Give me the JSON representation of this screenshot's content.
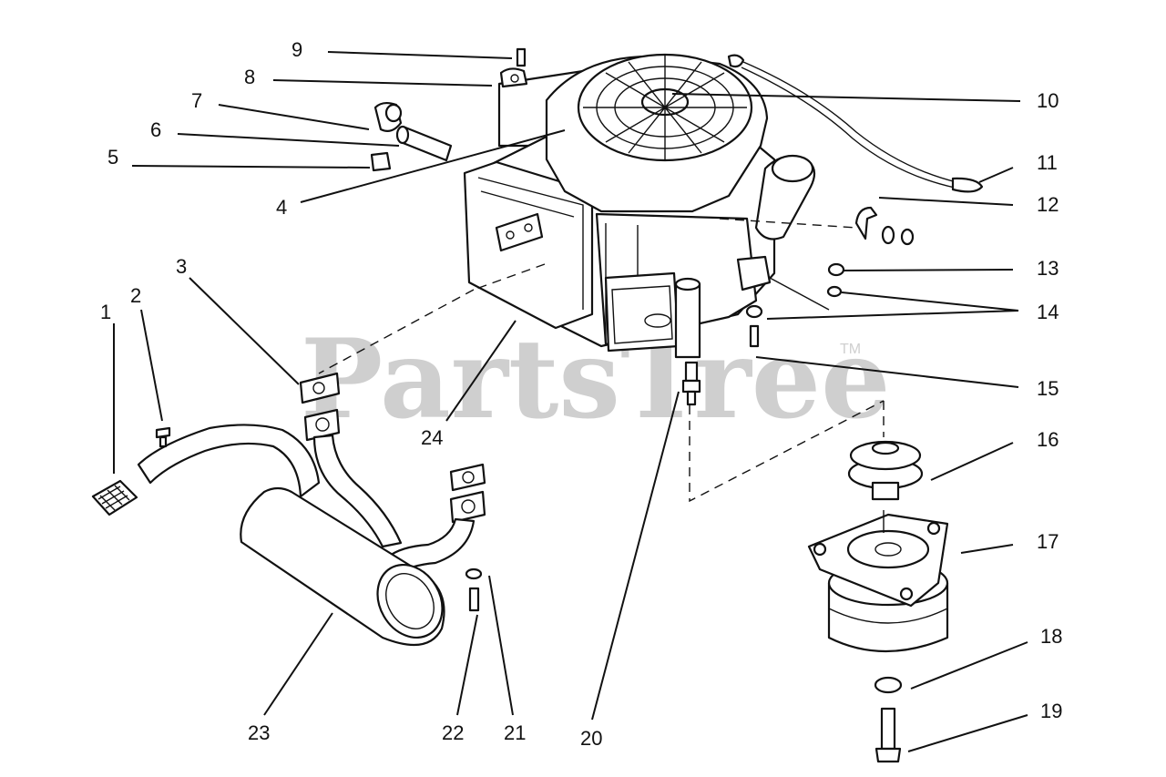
{
  "watermark": {
    "text": "PartsTree",
    "tm": "TM"
  },
  "callouts": {
    "c1": "1",
    "c2": "2",
    "c3": "3",
    "c4": "4",
    "c5": "5",
    "c6": "6",
    "c7": "7",
    "c8": "8",
    "c9": "9",
    "c10": "10",
    "c11": "11",
    "c12": "12",
    "c13": "13",
    "c14": "14",
    "c15": "15",
    "c16": "16",
    "c17": "17",
    "c18": "18",
    "c19": "19",
    "c20": "20",
    "c21": "21",
    "c22": "22",
    "c23": "23",
    "c24": "24"
  }
}
